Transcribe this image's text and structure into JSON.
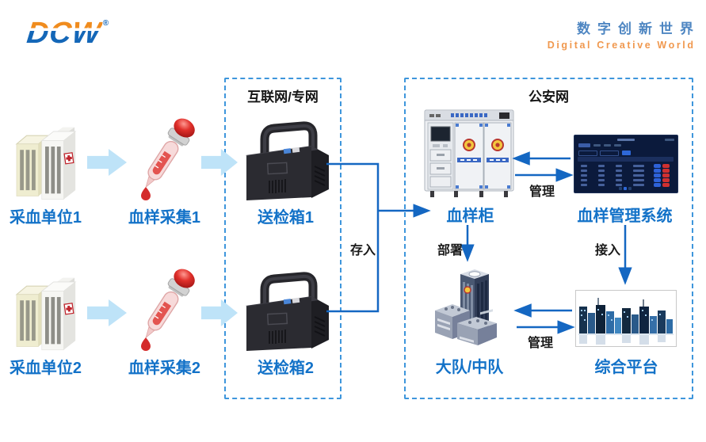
{
  "header": {
    "logo": {
      "text": "DCW",
      "registered_mark": "®"
    },
    "slogan_cn": "数字创新世界",
    "slogan_en": "Digital Creative World"
  },
  "zones": {
    "internet": {
      "label": "互联网/专网"
    },
    "police_net": {
      "label": "公安网"
    }
  },
  "nodes": {
    "collection_unit_1": {
      "label": "采血单位1",
      "icon": "hospital-buildings-icon"
    },
    "sample_collection_1": {
      "label": "血样采集1",
      "icon": "blood-dropper-icon"
    },
    "delivery_case_1": {
      "label": "送检箱1",
      "icon": "delivery-case-icon"
    },
    "collection_unit_2": {
      "label": "采血单位2",
      "icon": "hospital-buildings-icon"
    },
    "sample_collection_2": {
      "label": "血样采集2",
      "icon": "blood-dropper-icon"
    },
    "delivery_case_2": {
      "label": "送检箱2",
      "icon": "delivery-case-icon"
    },
    "sample_cabinet": {
      "label": "血样柜",
      "icon": "sample-cabinet-icon"
    },
    "management_system": {
      "label": "血样管理系统",
      "icon": "dashboard-screen-icon"
    },
    "brigade_squadron": {
      "label": "大队/中队",
      "icon": "police-buildings-icon"
    },
    "integrated_platform": {
      "label": "综合平台",
      "icon": "city-skyline-icon"
    }
  },
  "edges": {
    "store_in": "存入",
    "manage_cabinet": "管理",
    "deploy": "部署",
    "access": "接入",
    "manage_platform": "管理"
  },
  "colors": {
    "node_label_blue": "#1372C8",
    "connector_blue": "#1467C2",
    "light_flow_arrow": "#BEE3F8",
    "dashed_zone_border": "#3E96DC",
    "slogan_blue": "#4E86C2",
    "slogan_orange": "#F0984E",
    "logo_blue": "#1467B8",
    "logo_orange": "#F08C1E"
  }
}
